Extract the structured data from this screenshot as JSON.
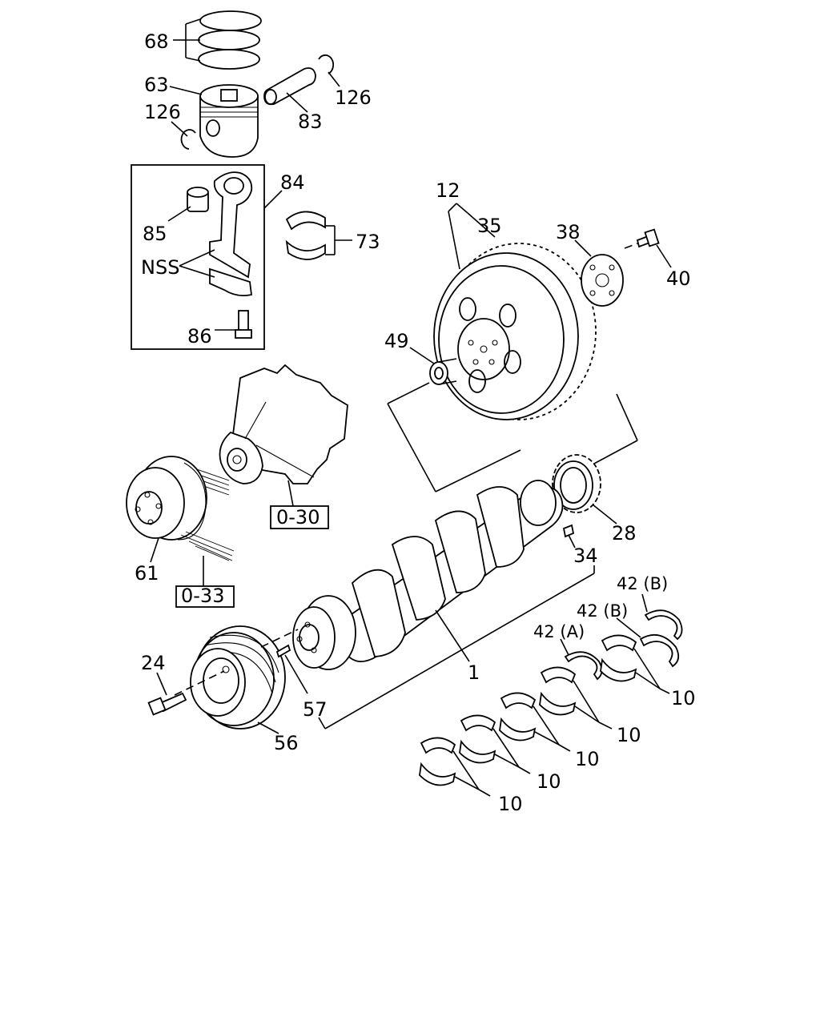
{
  "labels": {
    "p68": "68",
    "p63": "63",
    "p126a": "126",
    "p126b": "126",
    "p83": "83",
    "p84": "84",
    "p85": "85",
    "nss": "NSS",
    "p73": "73",
    "p86": "86",
    "p12": "12",
    "p35": "35",
    "p38": "38",
    "p40": "40",
    "p49": "49",
    "p28": "28",
    "p34": "34",
    "p61": "61",
    "p1": "1",
    "p24": "24",
    "p57": "57",
    "p56": "56",
    "p42b_top": "42 (B)",
    "p42b_mid": "42 (B)",
    "p42a": "42 (A)",
    "p10_a": "10",
    "p10_b": "10",
    "p10_c": "10",
    "p10_d": "10",
    "p10_e": "10"
  },
  "refs": {
    "water_pump": "0-30",
    "fan_pulley": "0-33"
  }
}
